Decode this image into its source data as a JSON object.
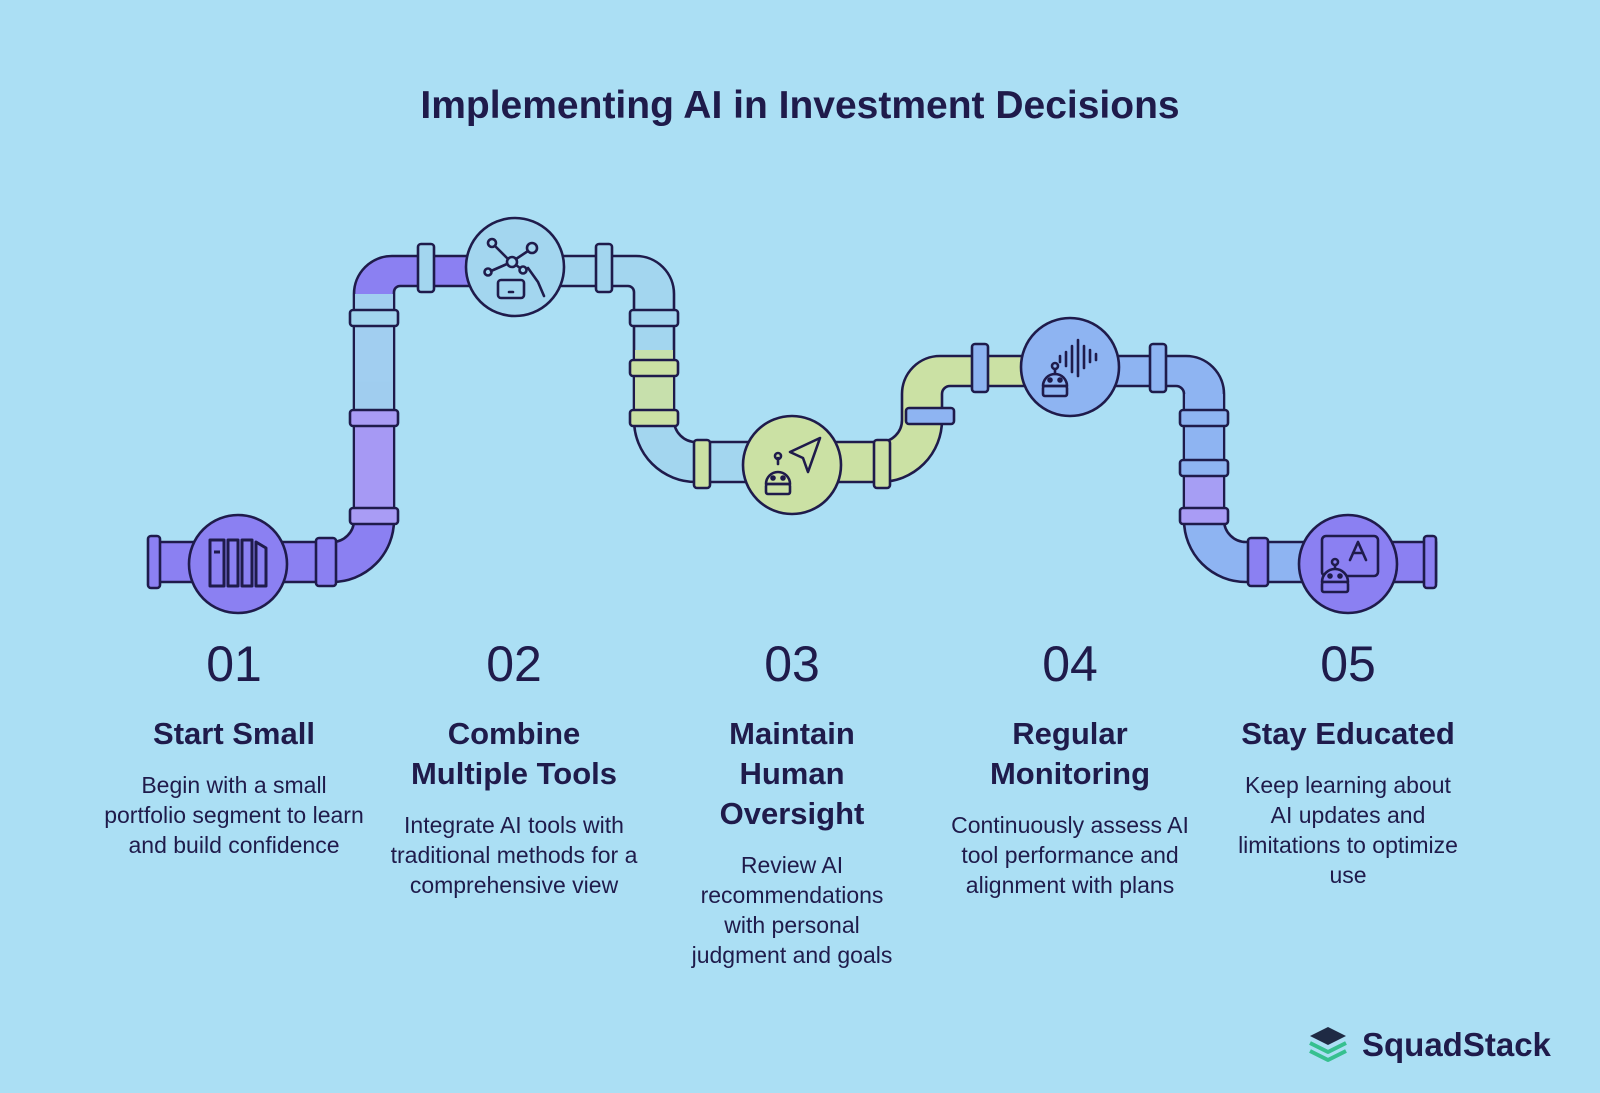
{
  "title": "Implementing AI in Investment Decisions",
  "steps": [
    {
      "num": "01",
      "title": "Start Small",
      "desc": "Begin with a small portfolio segment to learn and build confidence",
      "icon": "bookshelf-icon"
    },
    {
      "num": "02",
      "title": "Combine Multiple Tools",
      "desc": "Integrate AI tools with traditional methods for a comprehensive view",
      "icon": "network-hand-icon"
    },
    {
      "num": "03",
      "title": "Maintain Human Oversight",
      "desc": "Review AI recommendations with personal judgment and goals",
      "icon": "robot-navigation-icon"
    },
    {
      "num": "04",
      "title": "Regular Monitoring",
      "desc": "Continuously assess AI tool performance and alignment with plans",
      "icon": "robot-soundwave-icon"
    },
    {
      "num": "05",
      "title": "Stay Educated",
      "desc": "Keep learning about AI updates and limitations to optimize use",
      "icon": "robot-learning-icon"
    }
  ],
  "brand": {
    "name": "SquadStack",
    "icon": "stacked-layers-logo"
  },
  "colors": {
    "background": "#abdff4",
    "outline": "#1f1b4b",
    "purple": "#8b80f2",
    "lavender": "#a99cf5",
    "blue": "#8eb4f2",
    "lightblue": "#a3d6ef",
    "green": "#cbe1a4",
    "brand_green": "#36c08f"
  }
}
